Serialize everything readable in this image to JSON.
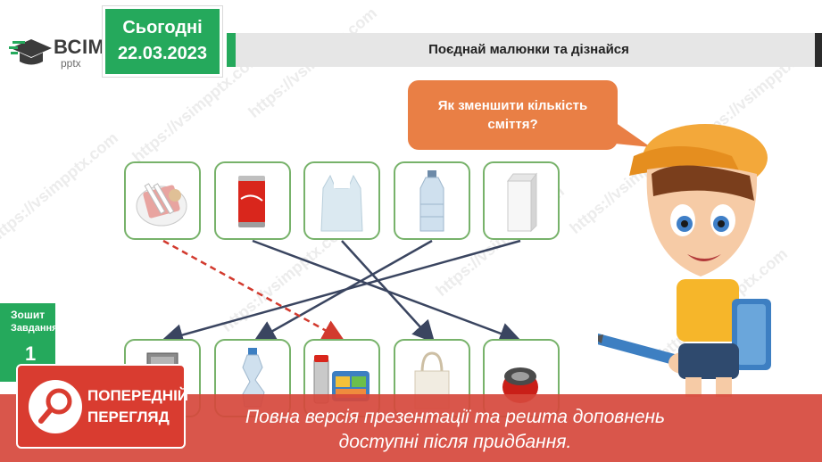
{
  "logo": {
    "main": "ВСІМ",
    "sub": "pptx"
  },
  "date": {
    "label": "Сьогодні",
    "value": "22.03.2023"
  },
  "title": "Поєднай малюнки та дізнайся",
  "bubble": {
    "line1": "Як зменшити кількість",
    "line2": "сміття?"
  },
  "side": {
    "label1": "Зошит",
    "label2": "Завдання",
    "number": "1"
  },
  "banner": {
    "line1": "Повна версія презентації та решта доповнень",
    "line2": "доступні після придбання."
  },
  "preview": {
    "line1": "ПОПЕРЕДНІЙ",
    "line2": "ПЕРЕГЛЯД"
  },
  "watermark": "https://vsimpptx.com",
  "colors": {
    "accent_green": "#25a95c",
    "bubble_orange": "#e97f45",
    "card_border": "#77b26a",
    "banner_red": "#d6483c",
    "line_red": "#d23a2e",
    "line_dark": "#3a4560"
  },
  "icons": {
    "top": [
      "paper-plate-icon",
      "soda-can-icon",
      "plastic-bag-icon",
      "plastic-bottle-icon",
      "milk-carton-icon"
    ],
    "bottom": [
      "metal-box-icon",
      "crushed-bottle-icon",
      "lunchbox-icon",
      "tote-bag-icon",
      "crushed-can-icon"
    ]
  }
}
